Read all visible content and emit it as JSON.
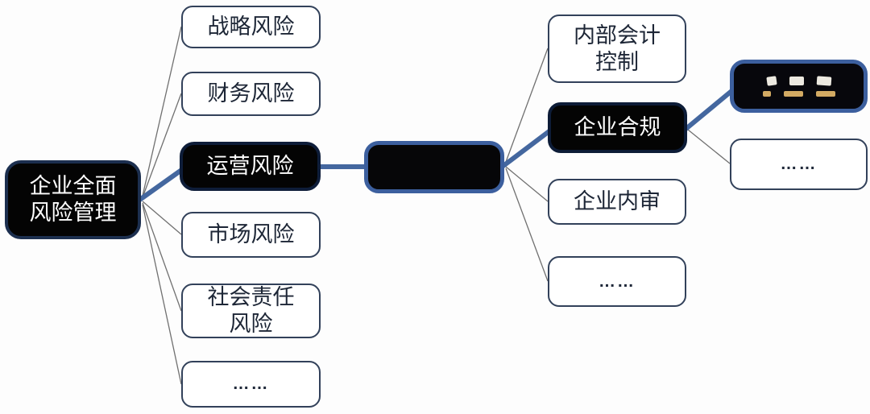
{
  "diagram": {
    "title_semantic": "enterprise-risk-management-mindmap",
    "root": {
      "label": "企业全面\n风险管理"
    },
    "level1": [
      {
        "id": "strategic-risk",
        "label": "战略风险"
      },
      {
        "id": "financial-risk",
        "label": "财务风险"
      },
      {
        "id": "operational-risk",
        "label": "运营风险",
        "emphasis": true
      },
      {
        "id": "market-risk",
        "label": "市场风险"
      },
      {
        "id": "social-risk",
        "label": "社会责任\n风险"
      },
      {
        "id": "more",
        "label": "……"
      }
    ],
    "level2": [
      {
        "id": "redacted-node",
        "label": ""
      }
    ],
    "level3": [
      {
        "id": "internal-accounting-control",
        "label": "内部会计\n控制"
      },
      {
        "id": "corporate-compliance",
        "label": "企业合规",
        "emphasis": true
      },
      {
        "id": "internal-audit",
        "label": "企业内审"
      },
      {
        "id": "more",
        "label": "……"
      }
    ],
    "level4": [
      {
        "id": "redacted-logo-node",
        "label": "",
        "glyph_rows": [
          {
            "color": "#ece9e0",
            "count": 3
          },
          {
            "color": "#d3aa63",
            "count": 3
          }
        ]
      },
      {
        "id": "more",
        "label": "……"
      }
    ],
    "colors": {
      "accent_blue_connector": "#44679f",
      "redacted_border_blue": "#3c5f9e",
      "plain_node_border": "#32415a",
      "dark_node_fill": "#040404",
      "thin_connector_gray": "#707070",
      "amber_glyph": "#d3aa63"
    }
  }
}
